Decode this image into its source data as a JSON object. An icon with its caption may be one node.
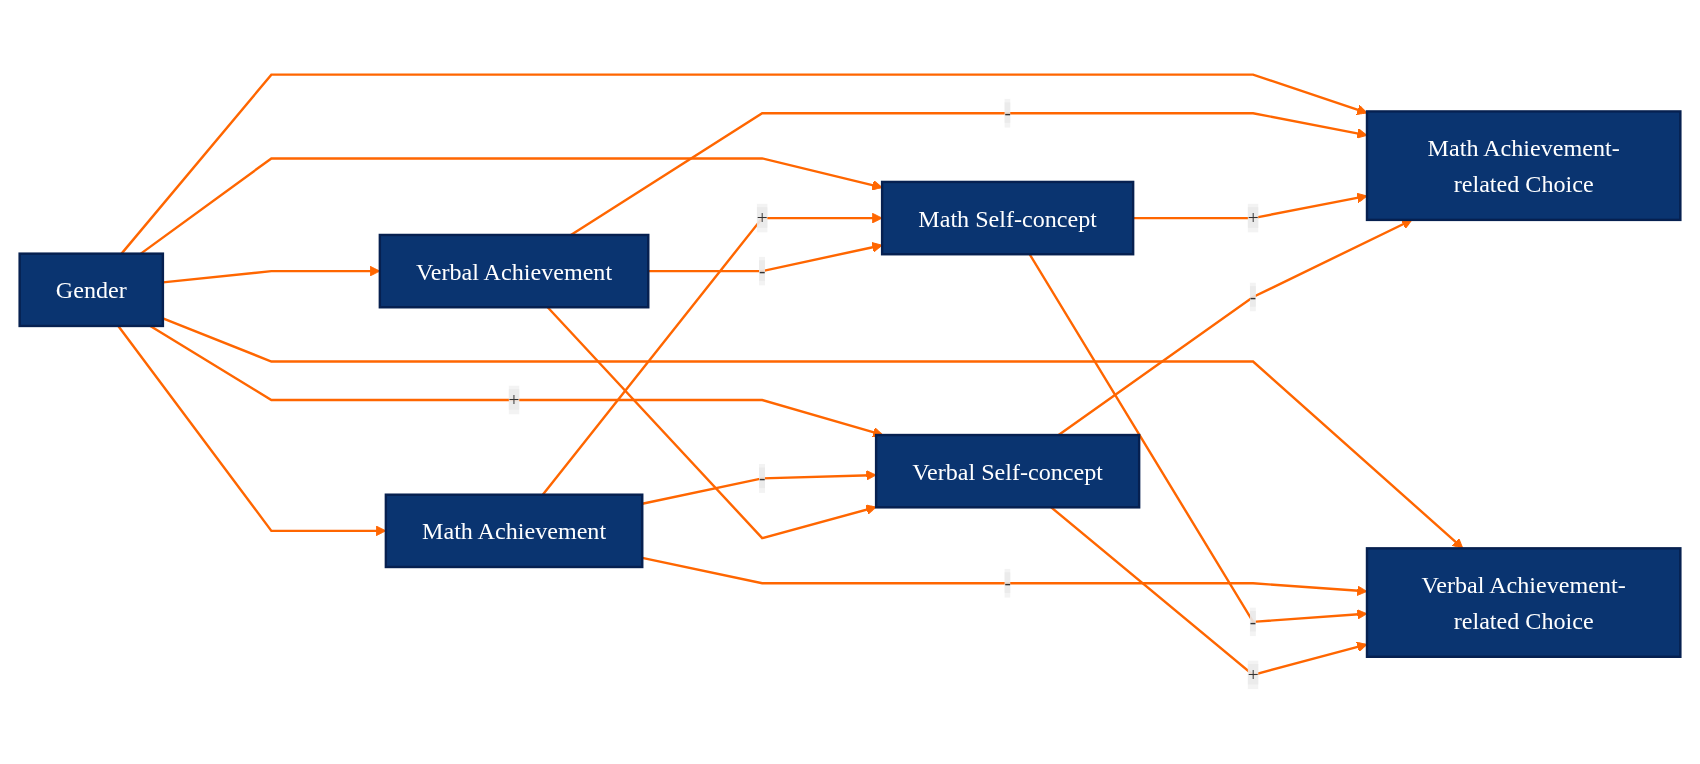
{
  "diagram": {
    "nodes": [
      {
        "text": [
          "Gender"
        ]
      },
      {
        "text": [
          "Math Achievement"
        ]
      },
      {
        "text": [
          "Verbal Achievement"
        ]
      },
      {
        "text": [
          "Math Self-concept"
        ]
      },
      {
        "text": [
          "Verbal Self-concept"
        ]
      },
      {
        "text": [
          "Math Achievement-related Choice"
        ]
      },
      {
        "text": [
          "Verbal Achievement-related Choice"
        ]
      }
    ],
    "edges": [
      {
        "from": 0,
        "to": 1,
        "arrow": "to"
      },
      {
        "from": 0,
        "to": 2,
        "arrow": "to"
      },
      {
        "from": 0,
        "to": 3,
        "arrow": "to"
      },
      {
        "from": 0,
        "to": 4,
        "arrow": "to",
        "label": "+"
      },
      {
        "from": 0,
        "to": 5,
        "arrow": "to"
      },
      {
        "from": 0,
        "to": 6,
        "arrow": "to"
      },
      {
        "from": 1,
        "to": 3,
        "arrow": "to",
        "label": "+"
      },
      {
        "from": 1,
        "to": 4,
        "arrow": "to",
        "label": "-"
      },
      {
        "from": 1,
        "to": 6,
        "arrow": "to",
        "label": "-"
      },
      {
        "from": 2,
        "to": 3,
        "arrow": "to",
        "label": "-"
      },
      {
        "from": 2,
        "to": 4,
        "arrow": "to"
      },
      {
        "from": 2,
        "to": 5,
        "arrow": "to",
        "label": "-"
      },
      {
        "from": 3,
        "to": 5,
        "arrow": "to",
        "label": "+"
      },
      {
        "from": 3,
        "to": 6,
        "arrow": "to",
        "label": "-"
      },
      {
        "from": 4,
        "to": 5,
        "arrow": "to",
        "label": "-"
      },
      {
        "from": 4,
        "to": 6,
        "arrow": "to",
        "label": "+"
      }
    ]
  }
}
